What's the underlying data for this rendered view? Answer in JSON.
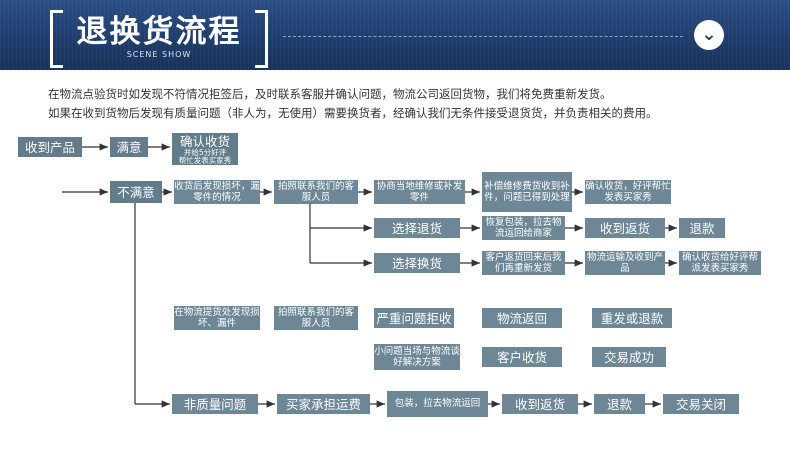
{
  "header": {
    "title": "退换货流程",
    "subtitle": "SCENE SHOW",
    "chevron_icon": "chevron-down-circle-icon"
  },
  "intro": {
    "line1": "在物流点验货时如发现不符情况拒签后，及时联系客服并确认问题，物流公司返回货物，我们将免费重新发货。",
    "line2": "如果在收到货物后发现有质量问题（非人为，无使用）需要换货者，经确认我们无条件接受退货货，并负责相关的费用。"
  },
  "flow": {
    "row1": {
      "received": "收到产品",
      "satisfied": "满意",
      "confirm_title": "确认收货",
      "confirm_sub1": "并给5分好评",
      "confirm_sub2": "帮忙发表买家秀"
    },
    "row2": {
      "unsatisfied": "不满意",
      "found_damage": "收货后发现损坏，漏零件的情况",
      "photo_contact": "拍照联系我们的客服人员",
      "negotiate": "协商当地维修或补发零件",
      "compensate": "补偿维修费货收到补件，问题已得到处理",
      "confirm_review": "确认收货，好评帮忙发表买家秀"
    },
    "row3": {
      "choose_return": "选择退货",
      "repack": "恢复包装，拉去物流运回给商家",
      "return_to_seller": "收到返货",
      "refund": "退款"
    },
    "row4": {
      "choose_exchange": "选择换货",
      "reship": "客户返货回来后我们再重新发货",
      "logistics_ship": "物流运输及收到产品",
      "confirm_review2": "确认收货给好评帮派发表买家秀"
    },
    "logistics_block": {
      "report_damage": "在物流提货处发现损坏、漏件",
      "photo_contact2": "拍照联系我们的客服人员",
      "severe_reject": "严重问题拒收",
      "logistics_return": "物流返回",
      "resend_or_refund": "重发或退款",
      "minor_solve": "小问题当场与物流谈好解决方案",
      "customer_receive": "客户收货",
      "deal_success": "交易成功"
    },
    "bottom": {
      "non_quality": "非质量问题",
      "buyer_shipping": "买家承担运费",
      "pack_ship": "包装，拉去物流运回",
      "return_received": "收到返货",
      "refund": "退款",
      "deal_closed": "交易关闭"
    }
  },
  "colors": {
    "header_bg": "#1f3d6d",
    "box": "#6d8796",
    "line": "#333333"
  }
}
